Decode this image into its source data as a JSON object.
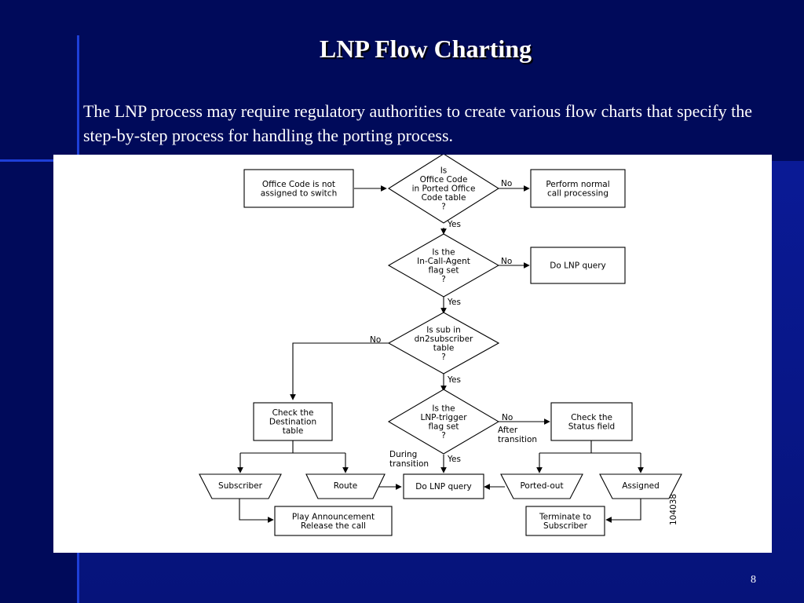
{
  "slide": {
    "title": "LNP Flow Charting",
    "body": "The LNP process may require regulatory authorities to create various flow charts that specify the step-by-step process for handling the porting process.",
    "page_number": "8"
  },
  "diagram": {
    "nodes": {
      "start": [
        "Office Code is not",
        "assigned to switch"
      ],
      "d1": [
        "Is",
        "Office Code",
        "in Ported Office",
        "Code table",
        "?"
      ],
      "normal": [
        "Perform normal",
        "call processing"
      ],
      "d2": [
        "Is the",
        "In-Call-Agent",
        "flag set",
        "?"
      ],
      "lnp_query_1": [
        "Do LNP query"
      ],
      "d3": [
        "Is sub in",
        "dn2subscriber",
        "table",
        "?"
      ],
      "dest": [
        "Check the",
        "Destination",
        "table"
      ],
      "d4": [
        "Is the",
        "LNP-trigger",
        "flag set",
        "?"
      ],
      "status": [
        "Check the",
        "Status field"
      ],
      "subscriber": [
        "Subscriber"
      ],
      "route": [
        "Route"
      ],
      "lnp_query_2": [
        "Do LNP query"
      ],
      "ported_out": [
        "Ported-out"
      ],
      "assigned": [
        "Assigned"
      ],
      "announce": [
        "Play Announcement",
        "Release the call"
      ],
      "terminate": [
        "Terminate to",
        "Subscriber"
      ]
    },
    "edge_labels": {
      "no": "No",
      "yes": "Yes",
      "after_transition": [
        "After",
        "transition"
      ],
      "during_transition": [
        "During",
        "transition"
      ]
    },
    "figure_id": "104038"
  }
}
